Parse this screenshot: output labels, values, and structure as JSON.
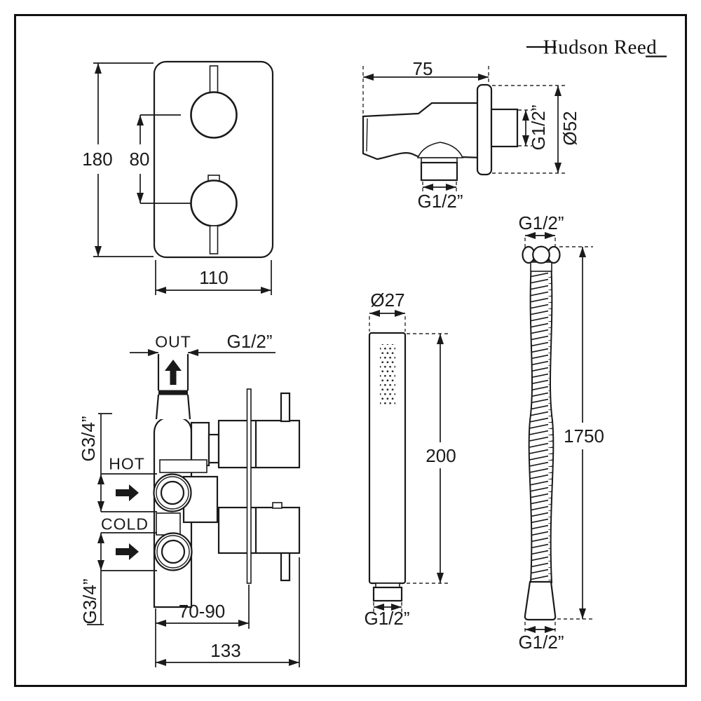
{
  "colors": {
    "line": "#1a1a1a",
    "background": "#ffffff"
  },
  "brand": {
    "name": "Hudson Reed"
  },
  "faceplate": {
    "height": "180",
    "knob_spacing": "80",
    "width": "110"
  },
  "wall_outlet": {
    "depth": "75",
    "wall_thread": "G1/2”",
    "flange_diameter": "Ø52",
    "outlet_thread": "G1/2”"
  },
  "hose": {
    "top_thread": "G1/2”",
    "length": "1750",
    "bottom_thread": "G1/2”"
  },
  "handset": {
    "diameter": "Ø27",
    "length": "200",
    "thread": "G1/2”"
  },
  "valve": {
    "outlet_label": "OUT",
    "outlet_thread": "G1/2”",
    "top_inlet_thread": "G3/4”",
    "hot_label": "HOT",
    "cold_label": "COLD",
    "bottom_inlet_thread": "G3/4”",
    "depth_range": "70-90",
    "width": "133"
  }
}
